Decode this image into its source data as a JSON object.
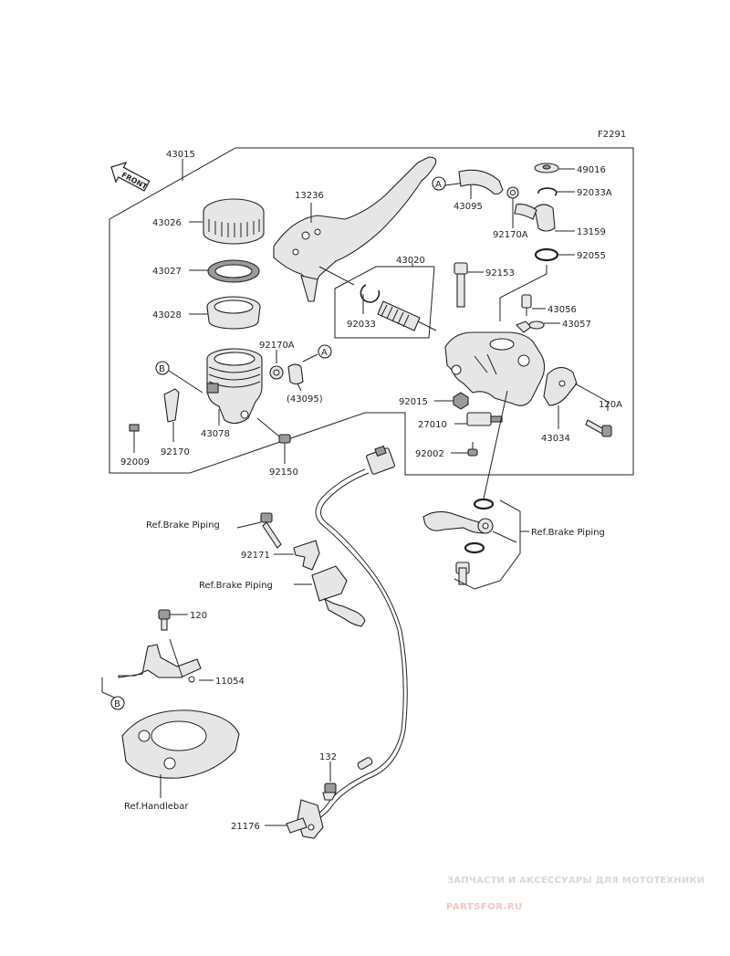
{
  "figure_code": "F2291",
  "front_label": "FRONT",
  "callouts": {
    "c43015": "43015",
    "c43026": "43026",
    "c43027": "43027",
    "c43028": "43028",
    "c13236": "13236",
    "c43020": "43020",
    "c92033": "92033",
    "c92170A_a": "92170A",
    "c43095_paren": "(43095)",
    "c43078": "43078",
    "c92170": "92170",
    "c92009": "92009",
    "c92150": "92150",
    "c43095": "43095",
    "c92170A_b": "92170A",
    "c49016": "49016",
    "c92033A": "92033A",
    "c13159": "13159",
    "c92055": "92055",
    "c92153": "92153",
    "c43056": "43056",
    "c43057": "43057",
    "c92015": "92015",
    "c27010": "27010",
    "c92002": "92002",
    "c43034": "43034",
    "c120A": "120A",
    "c92171": "92171",
    "c120": "120",
    "c11054": "11054",
    "c132": "132",
    "c21176": "21176"
  },
  "references": {
    "brake_piping_1": "Ref.Brake Piping",
    "brake_piping_2": "Ref.Brake Piping",
    "brake_piping_3": "Ref.Brake Piping",
    "handlebar": "Ref.Handlebar"
  },
  "markers": {
    "a_upper": "A",
    "a_left": "A",
    "b_upper": "B",
    "b_lower": "B"
  },
  "watermark": {
    "tagline": "ЗАПЧАСТИ И АКСЕССУАРЫ ДЛЯ МОТОТЕХНИКИ",
    "brand": "PARTSFOR.RU"
  }
}
